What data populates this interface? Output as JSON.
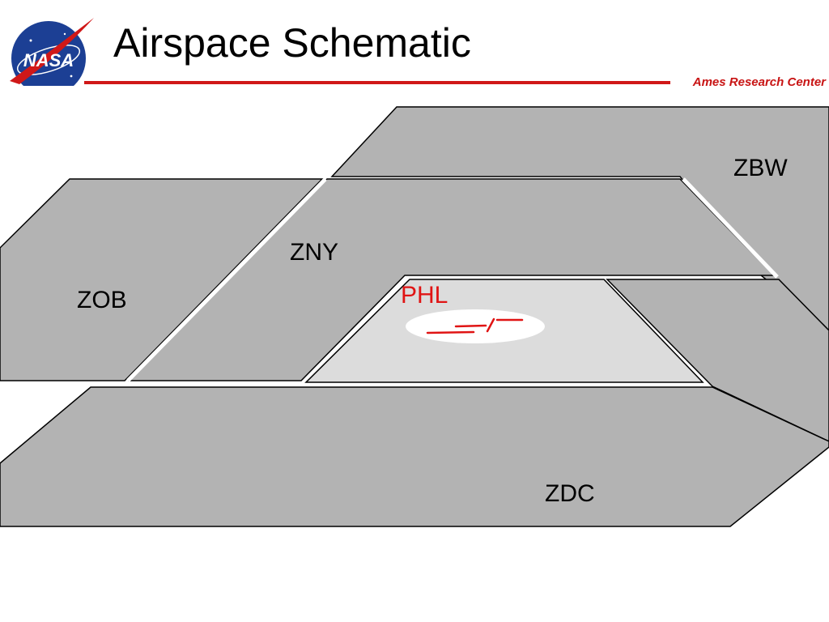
{
  "header": {
    "title": "Airspace Schematic",
    "org": "Ames Research Center",
    "logo_text": "NASA"
  },
  "zones": {
    "zbw": "ZBW",
    "zny": "ZNY",
    "zob": "ZOB",
    "phl": "PHL",
    "zdc": "ZDC"
  },
  "colors": {
    "accent": "#d01818",
    "highlight_label": "#e01414",
    "sector_fill": "#b3b3b3",
    "terminal_fill": "#dcdcdc",
    "logo_blue": "#1c3f94"
  },
  "icons": [
    "nasa-logo-icon",
    "runway-icon"
  ]
}
